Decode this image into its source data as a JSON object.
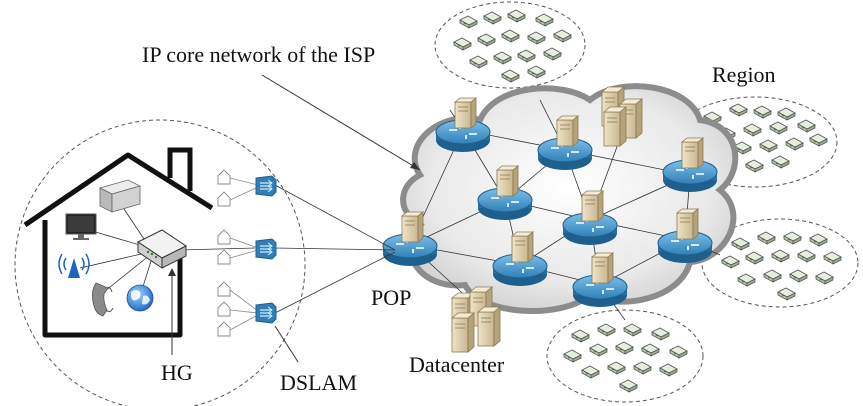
{
  "labels": {
    "core_network": "IP core network of the ISP",
    "region": "Region",
    "pop": "POP",
    "datacenter": "Datacenter",
    "hg": "HG",
    "dslam": "DSLAM"
  },
  "icons": {
    "house": "house-icon",
    "server": "server-icon",
    "monitor": "monitor-icon",
    "wifi": "wifi-antenna-icon",
    "phone": "phone-icon",
    "globe": "globe-icon",
    "gateway": "home-gateway-icon",
    "dslam": "dslam-icon",
    "router": "router-icon",
    "datacenter": "datacenter-server-icon",
    "modem": "modem-icon",
    "cloud": "cloud-icon"
  },
  "colors": {
    "router_blue": "#2f7fb6",
    "cloud_grey": "#d8d8d8",
    "gateway_green": "#3a7d2a"
  }
}
